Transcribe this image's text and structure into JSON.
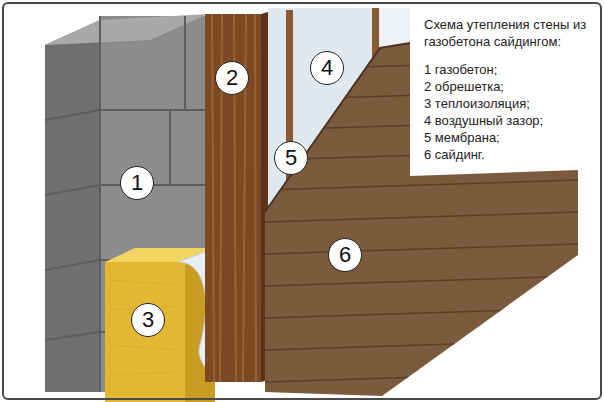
{
  "diagram": {
    "title": "Схема утепления стены из газобетона сайдингом:",
    "nodes": [
      {
        "text": [
          "1"
        ]
      },
      {
        "text": [
          "2"
        ]
      },
      {
        "text": [
          "3"
        ]
      },
      {
        "text": [
          "4"
        ]
      },
      {
        "text": [
          "5"
        ]
      },
      {
        "text": [
          "6"
        ]
      }
    ],
    "labels": [
      "1 газобетон;",
      "2 обрешетка;",
      "3 теплоизоляция;",
      "4 воздушный зазор;",
      "5 мембрана;",
      "6 сайдинг."
    ]
  }
}
